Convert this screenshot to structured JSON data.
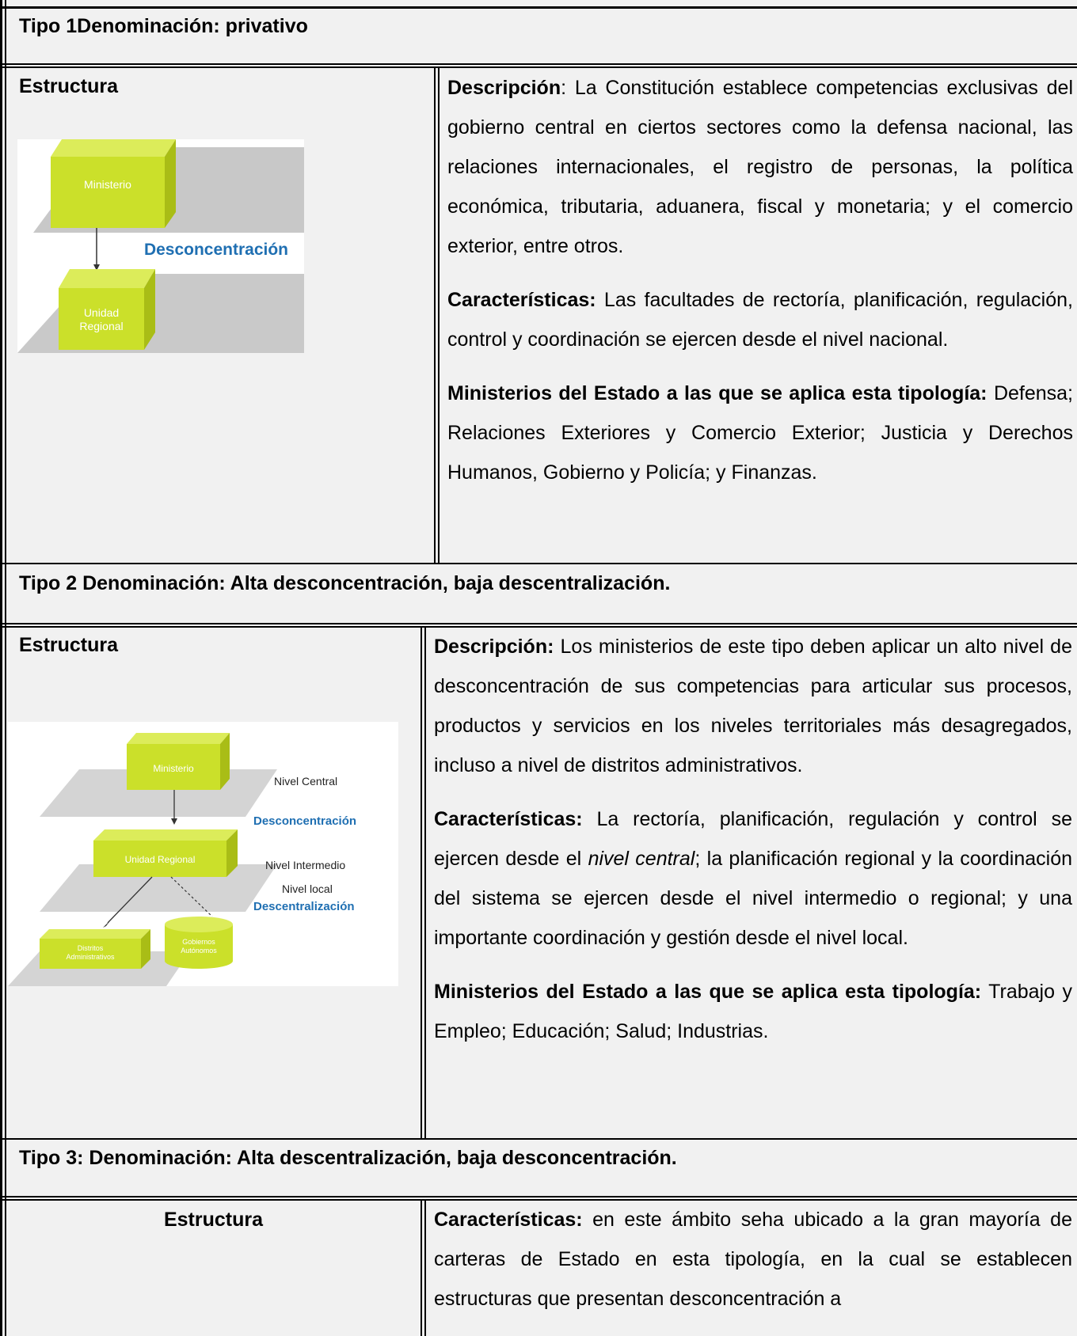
{
  "tipo1": {
    "header": "Tipo 1Denominación: privativo",
    "estructura": "Estructura",
    "diagram": {
      "box1": "Ministerio",
      "box2": "Unidad Regional",
      "label": "Desconcentración"
    },
    "desc_label": "Descripción",
    "desc_text": ": La Constitución establece competencias exclusivas del gobierno central en ciertos sectores como la defensa nacional, las relaciones internacionales, el registro de personas, la política económica, tributaria, aduanera, fiscal y monetaria; y el comercio exterior, entre otros.",
    "car_label": "Características:",
    "car_text": " Las facultades de rectoría, planificación, regulación, control y coordinación se ejercen desde el nivel nacional.",
    "min_label": "Ministerios del Estado a las que se aplica esta tipología:",
    "min_text": "Defensa; Relaciones Exteriores y Comercio Exterior; Justicia y Derechos Humanos, Gobierno y Policía; y Finanzas."
  },
  "tipo2": {
    "header": "Tipo 2 Denominación: Alta desconcentración, baja descentralización.",
    "estructura": "Estructura",
    "diagram": {
      "box1": "Ministerio",
      "box2": "Unidad Regional",
      "box3": "Distritos Administrativos",
      "box4": "Gobiernos Autónomos",
      "nivel_central": "Nivel Central",
      "desconcentracion": "Desconcentración",
      "nivel_intermedio": "Nivel Intermedio",
      "nivel_local": "Nivel local",
      "descentralizacion": "Descentralización"
    },
    "desc_label": "Descripción:",
    "desc_text": " Los ministerios de este tipo deben aplicar un alto nivel de desconcentración de sus competencias para articular sus procesos, productos y servicios en los niveles territoriales más desagregados, incluso a nivel de distritos administrativos.",
    "car_label": "Características:",
    "car_text_a": " La rectoría, planificación, regulación y control se ejercen desde el ",
    "car_text_italic": "nivel central",
    "car_text_b": "; la planificación regional y la coordinación del sistema se ejercen desde el nivel intermedio o regional; y una importante coordinación y gestión desde el nivel local.",
    "min_label": "Ministerios del Estado a las que se aplica esta tipología:",
    "min_text": "Trabajo y Empleo; Educación; Salud; Industrias."
  },
  "tipo3": {
    "header": "Tipo 3: Denominación: Alta descentralización, baja desconcentración.",
    "estructura": "Estructura",
    "car_label": "Características:",
    "car_text": " en este ámbito seha ubicado a la gran mayoría de carteras de Estado en esta tipología, en la cual se establecen estructuras que presentan desconcentración a"
  },
  "colors": {
    "box_front": "#cbe02a",
    "box_top": "#dcec5a",
    "box_side": "#a9bd16",
    "plane": "#c9c9c9",
    "blue_label": "#1f6fb2"
  }
}
